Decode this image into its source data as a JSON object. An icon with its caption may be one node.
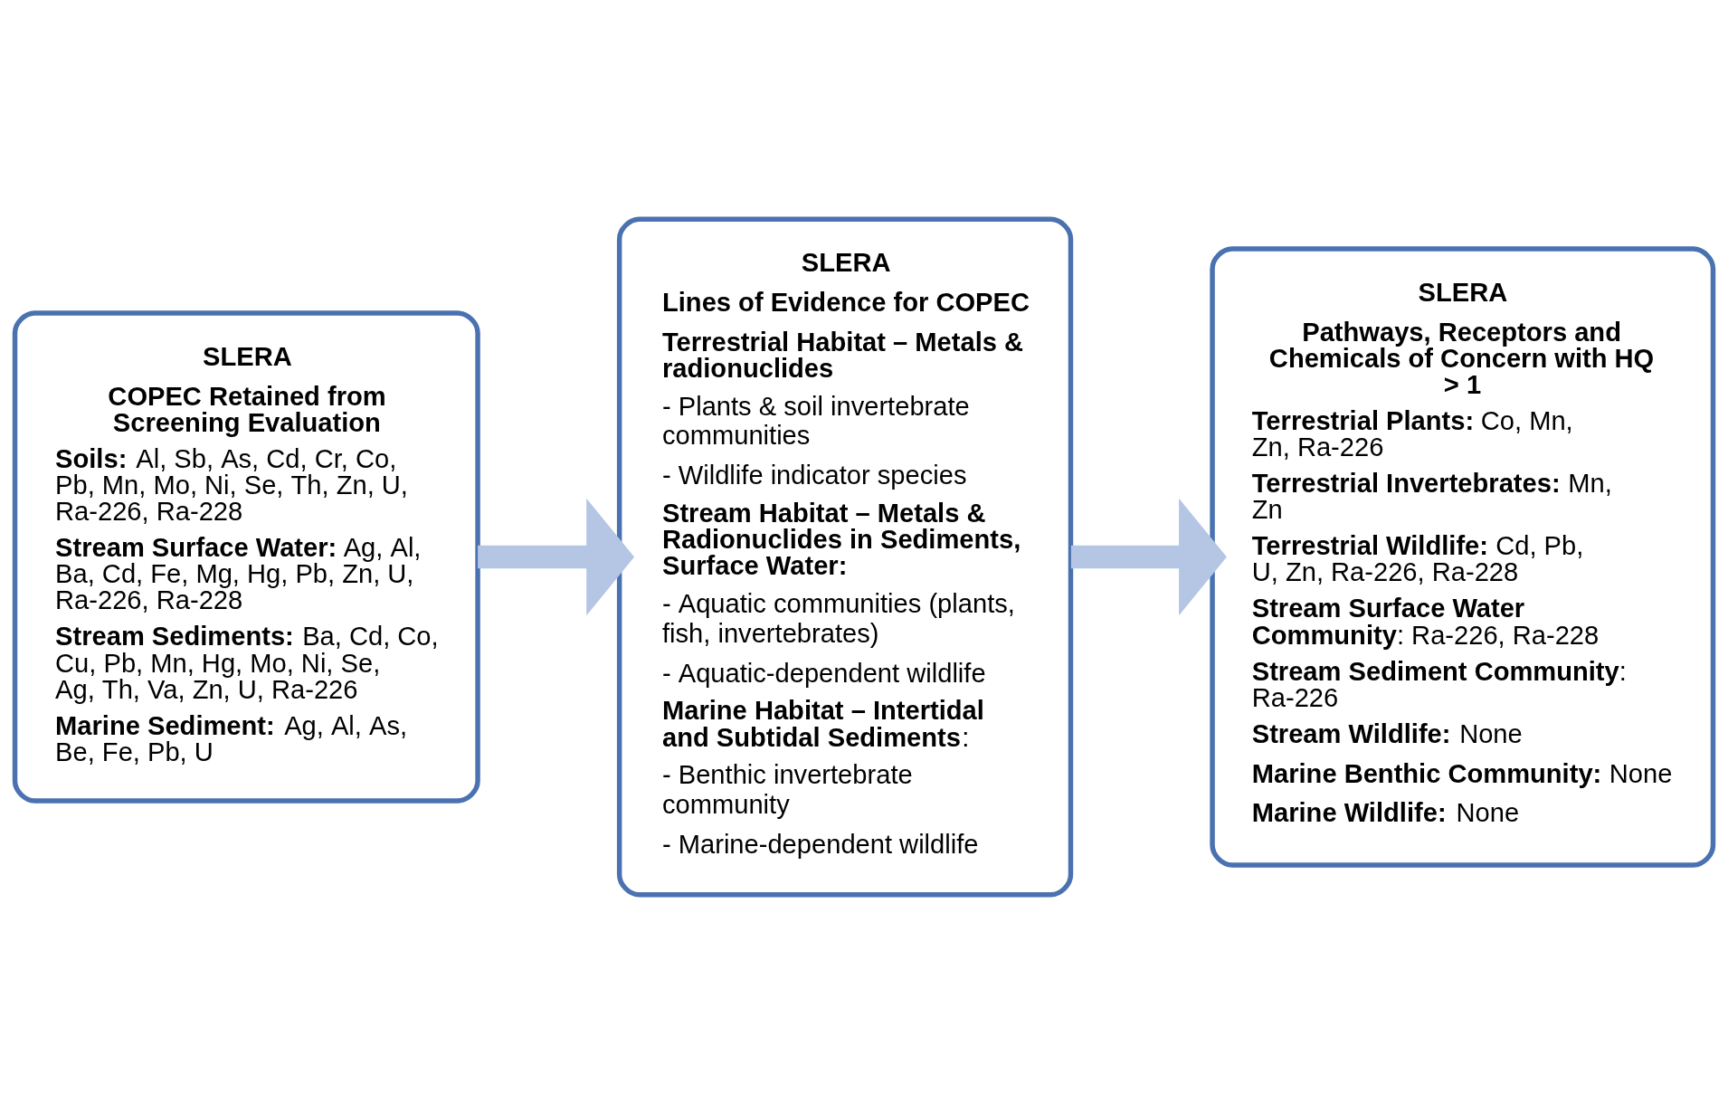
{
  "diagram": {
    "nodes": [
      {
        "text": [
          "SLERA",
          "COPEC Retained from Screening Evaluation",
          "**Soils:** Al, Sb, As, Cd, Cr, Co, Pb, Mn, Mo, Ni, Se, Th, Zn, U, Ra-226, Ra-228",
          "**Stream Surface Water:** Ag, Al, Ba, Cd, Fe, Mg, Hg, Pb, Zn, U, Ra-226, Ra-228",
          "**Stream Sediments:** Ba, Cd, Co, Cu, Pb, Mn, Hg, Mo, Ni, Se, Ag, Th, Va, Zn, U, Ra-226",
          "**Marine Sediment:** Ag, Al, As, Be, Fe, Pb, U"
        ]
      },
      {
        "text": [
          "SLERA",
          "Lines of Evidence for COPEC",
          "Terrestrial Habitat – Metals & radionuclides",
          "- Plants & soil invertebrate communities",
          "- Wildlife indicator species",
          "Stream Habitat – Metals & Radionuclides in Sediments, Surface Water:",
          "- Aquatic communities (plants, fish, invertebrates)",
          "- Aquatic-dependent wildlife",
          "**Marine Habitat – Intertidal and Subtidal Sediments**:",
          "- Benthic invertebrate community",
          "- Marine-dependent wildlife"
        ]
      },
      {
        "text": [
          "SLERA",
          "Pathways, Receptors and Chemicals of Concern with HQ > 1",
          "**Terrestrial Plants:** Co, Mn, Zn, Ra-226",
          "**Terrestrial Invertebrates:** Mn, Zn",
          "**Terrestrial Wildlife:** Cd, Pb, U, Zn, Ra-226, Ra-228",
          "**Stream Surface Water Community**: Ra-226, Ra-228",
          "**Stream Sediment Community**: Ra-226",
          "**Stream Wildlife:** None",
          "**Marine Benthic Community:** None",
          "**Marine Wildlife:** None"
        ]
      }
    ],
    "edges": [
      {
        "from": 0,
        "to": 1,
        "arrow": "to",
        "color": "#b4c6e4"
      },
      {
        "from": 1,
        "to": 2,
        "arrow": "to",
        "color": "#b4c6e4"
      }
    ]
  }
}
